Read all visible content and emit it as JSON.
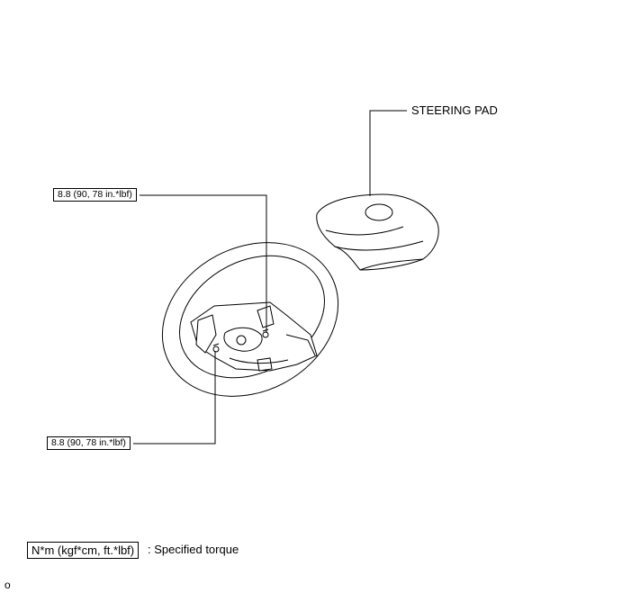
{
  "callouts": {
    "steering_pad": "STEERING PAD",
    "torque_upper": "8.8 (90, 78 in.*lbf)",
    "torque_lower": "8.8 (90, 78 in.*lbf)"
  },
  "legend": {
    "unit_box": "N*m (kgf*cm, ft.*lbf)",
    "description": ": Specified torque"
  },
  "footer": {
    "mark": "o"
  }
}
